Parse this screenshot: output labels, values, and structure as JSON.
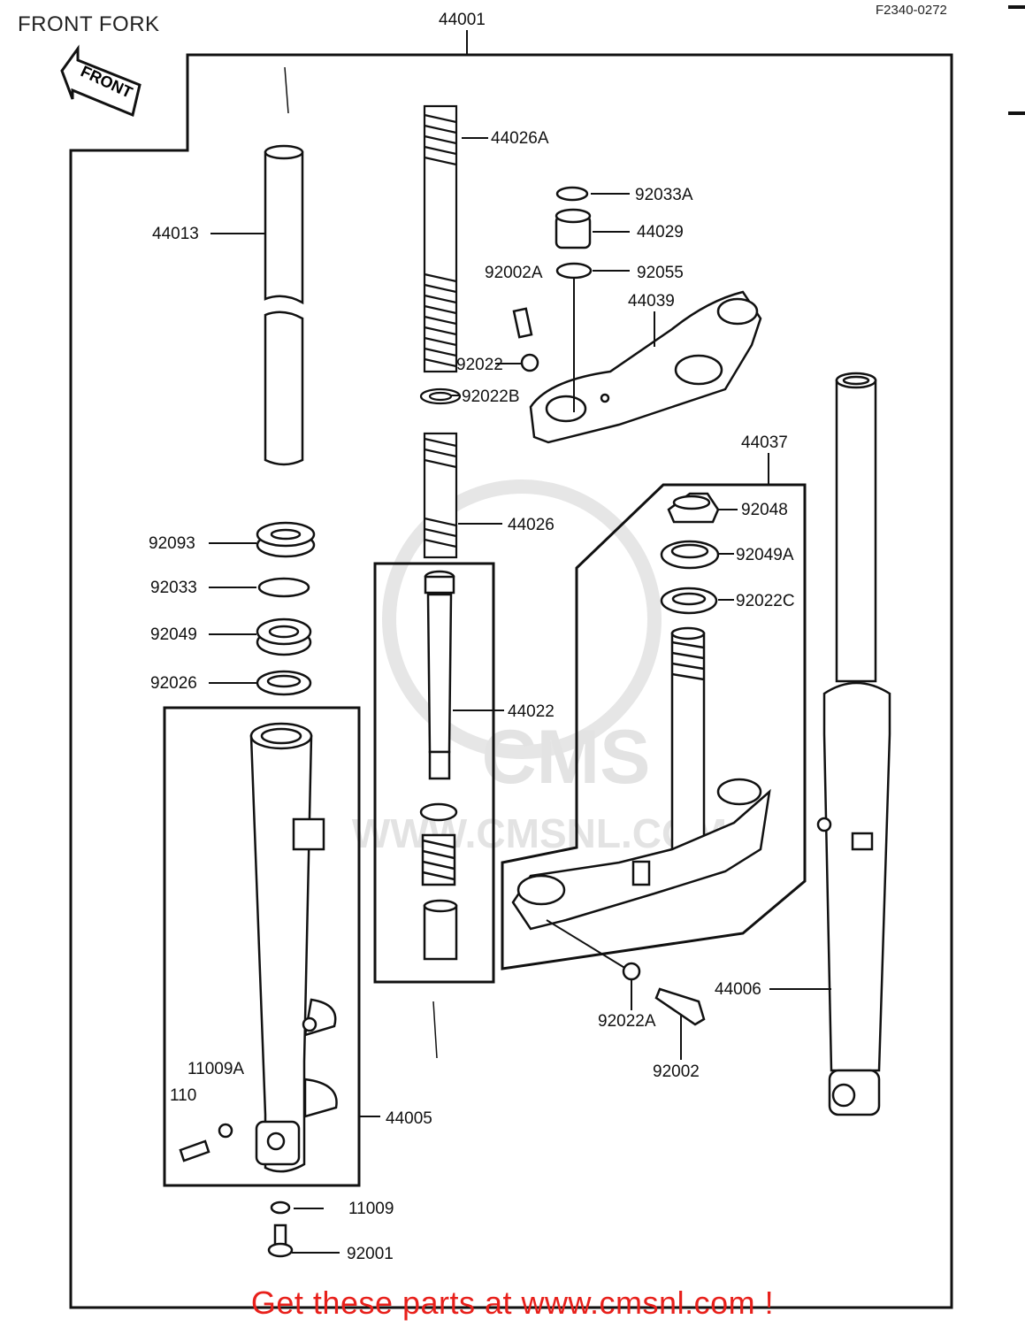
{
  "header": {
    "title": "FRONT FORK",
    "code": "F2340-0272"
  },
  "front_arrow": {
    "text": "FRONT"
  },
  "watermark": {
    "big": "CMS",
    "url": "WWW.CMSNL.COM"
  },
  "footer": {
    "banner": "Get these parts at www.cmsnl.com !"
  },
  "parts": [
    "44001",
    "44026A",
    "92033A",
    "44013",
    "44029",
    "92002A",
    "92055",
    "44039",
    "92022",
    "92022B",
    "44037",
    "92093",
    "44026",
    "92048",
    "92049A",
    "92033",
    "92022C",
    "92049",
    "92026",
    "44022",
    "11009A",
    "110",
    "44005",
    "11009",
    "92001",
    "44006",
    "92022A",
    "92002"
  ],
  "colors": {
    "line": "#111111",
    "banner": "#e8201b",
    "watermark": "#e3e3e3"
  }
}
